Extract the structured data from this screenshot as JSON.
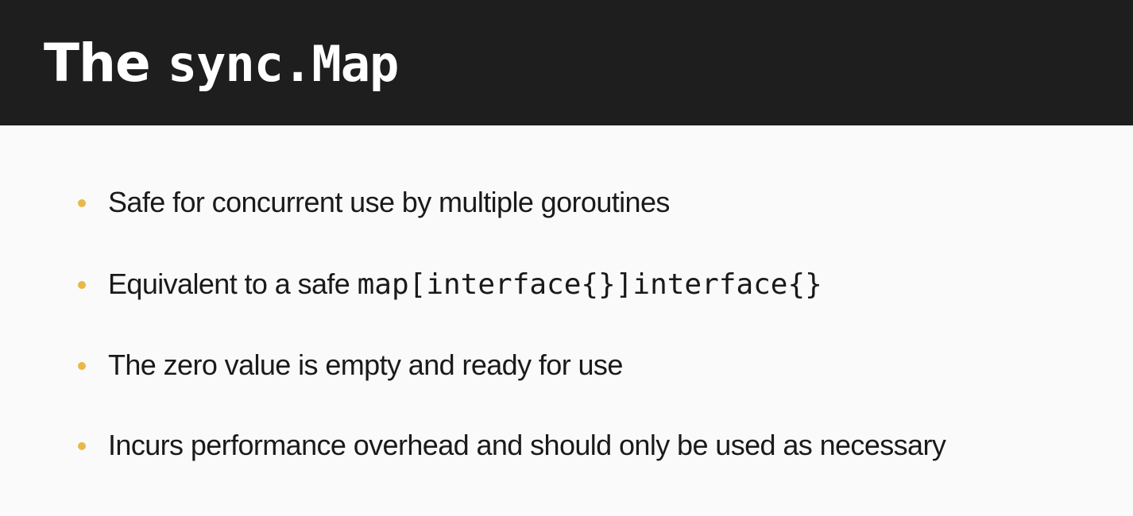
{
  "slide": {
    "title_prefix": "The ",
    "title_code": "sync.Map",
    "bullets": [
      {
        "text": "Safe for concurrent use by multiple goroutines"
      },
      {
        "text": "Equivalent to a safe ",
        "code": "map[interface{}]interface{}"
      },
      {
        "text": "The zero value is empty and ready for use"
      },
      {
        "text": "Incurs performance overhead and should only be used as necessary"
      }
    ]
  },
  "colors": {
    "title_bar_background": "#1e1e1e",
    "title_text": "#ffffff",
    "slide_background": "#fafafa",
    "bullet_dot": "#e8b84a",
    "body_text": "#1a1a1a"
  }
}
